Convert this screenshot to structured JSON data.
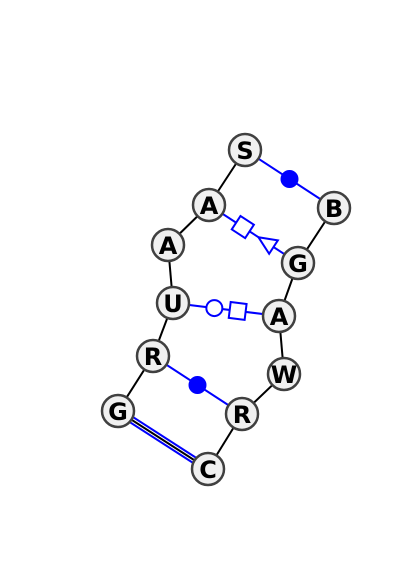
{
  "colors": {
    "backbone": "#000000",
    "pair": "#0000ff",
    "node_fill": "#f0f0f0",
    "node_stroke": "#404040"
  },
  "nucleotides": [
    {
      "id": "n1",
      "letter": "S"
    },
    {
      "id": "n2",
      "letter": "A"
    },
    {
      "id": "n3",
      "letter": "A"
    },
    {
      "id": "n4",
      "letter": "U"
    },
    {
      "id": "n5",
      "letter": "R"
    },
    {
      "id": "n6",
      "letter": "G"
    },
    {
      "id": "n7",
      "letter": "C"
    },
    {
      "id": "n8",
      "letter": "R"
    },
    {
      "id": "n9",
      "letter": "W"
    },
    {
      "id": "n10",
      "letter": "A"
    },
    {
      "id": "n11",
      "letter": "G"
    },
    {
      "id": "n12",
      "letter": "B"
    }
  ],
  "pairs": [
    {
      "from": "n1",
      "to": "n12",
      "type": "filled-circle"
    },
    {
      "from": "n2",
      "to": "n11",
      "type": "square-triangle"
    },
    {
      "from": "n4",
      "to": "n10",
      "type": "circle-square"
    },
    {
      "from": "n5",
      "to": "n8",
      "type": "filled-circle"
    },
    {
      "from": "n6",
      "to": "n7",
      "type": "double-line"
    }
  ]
}
